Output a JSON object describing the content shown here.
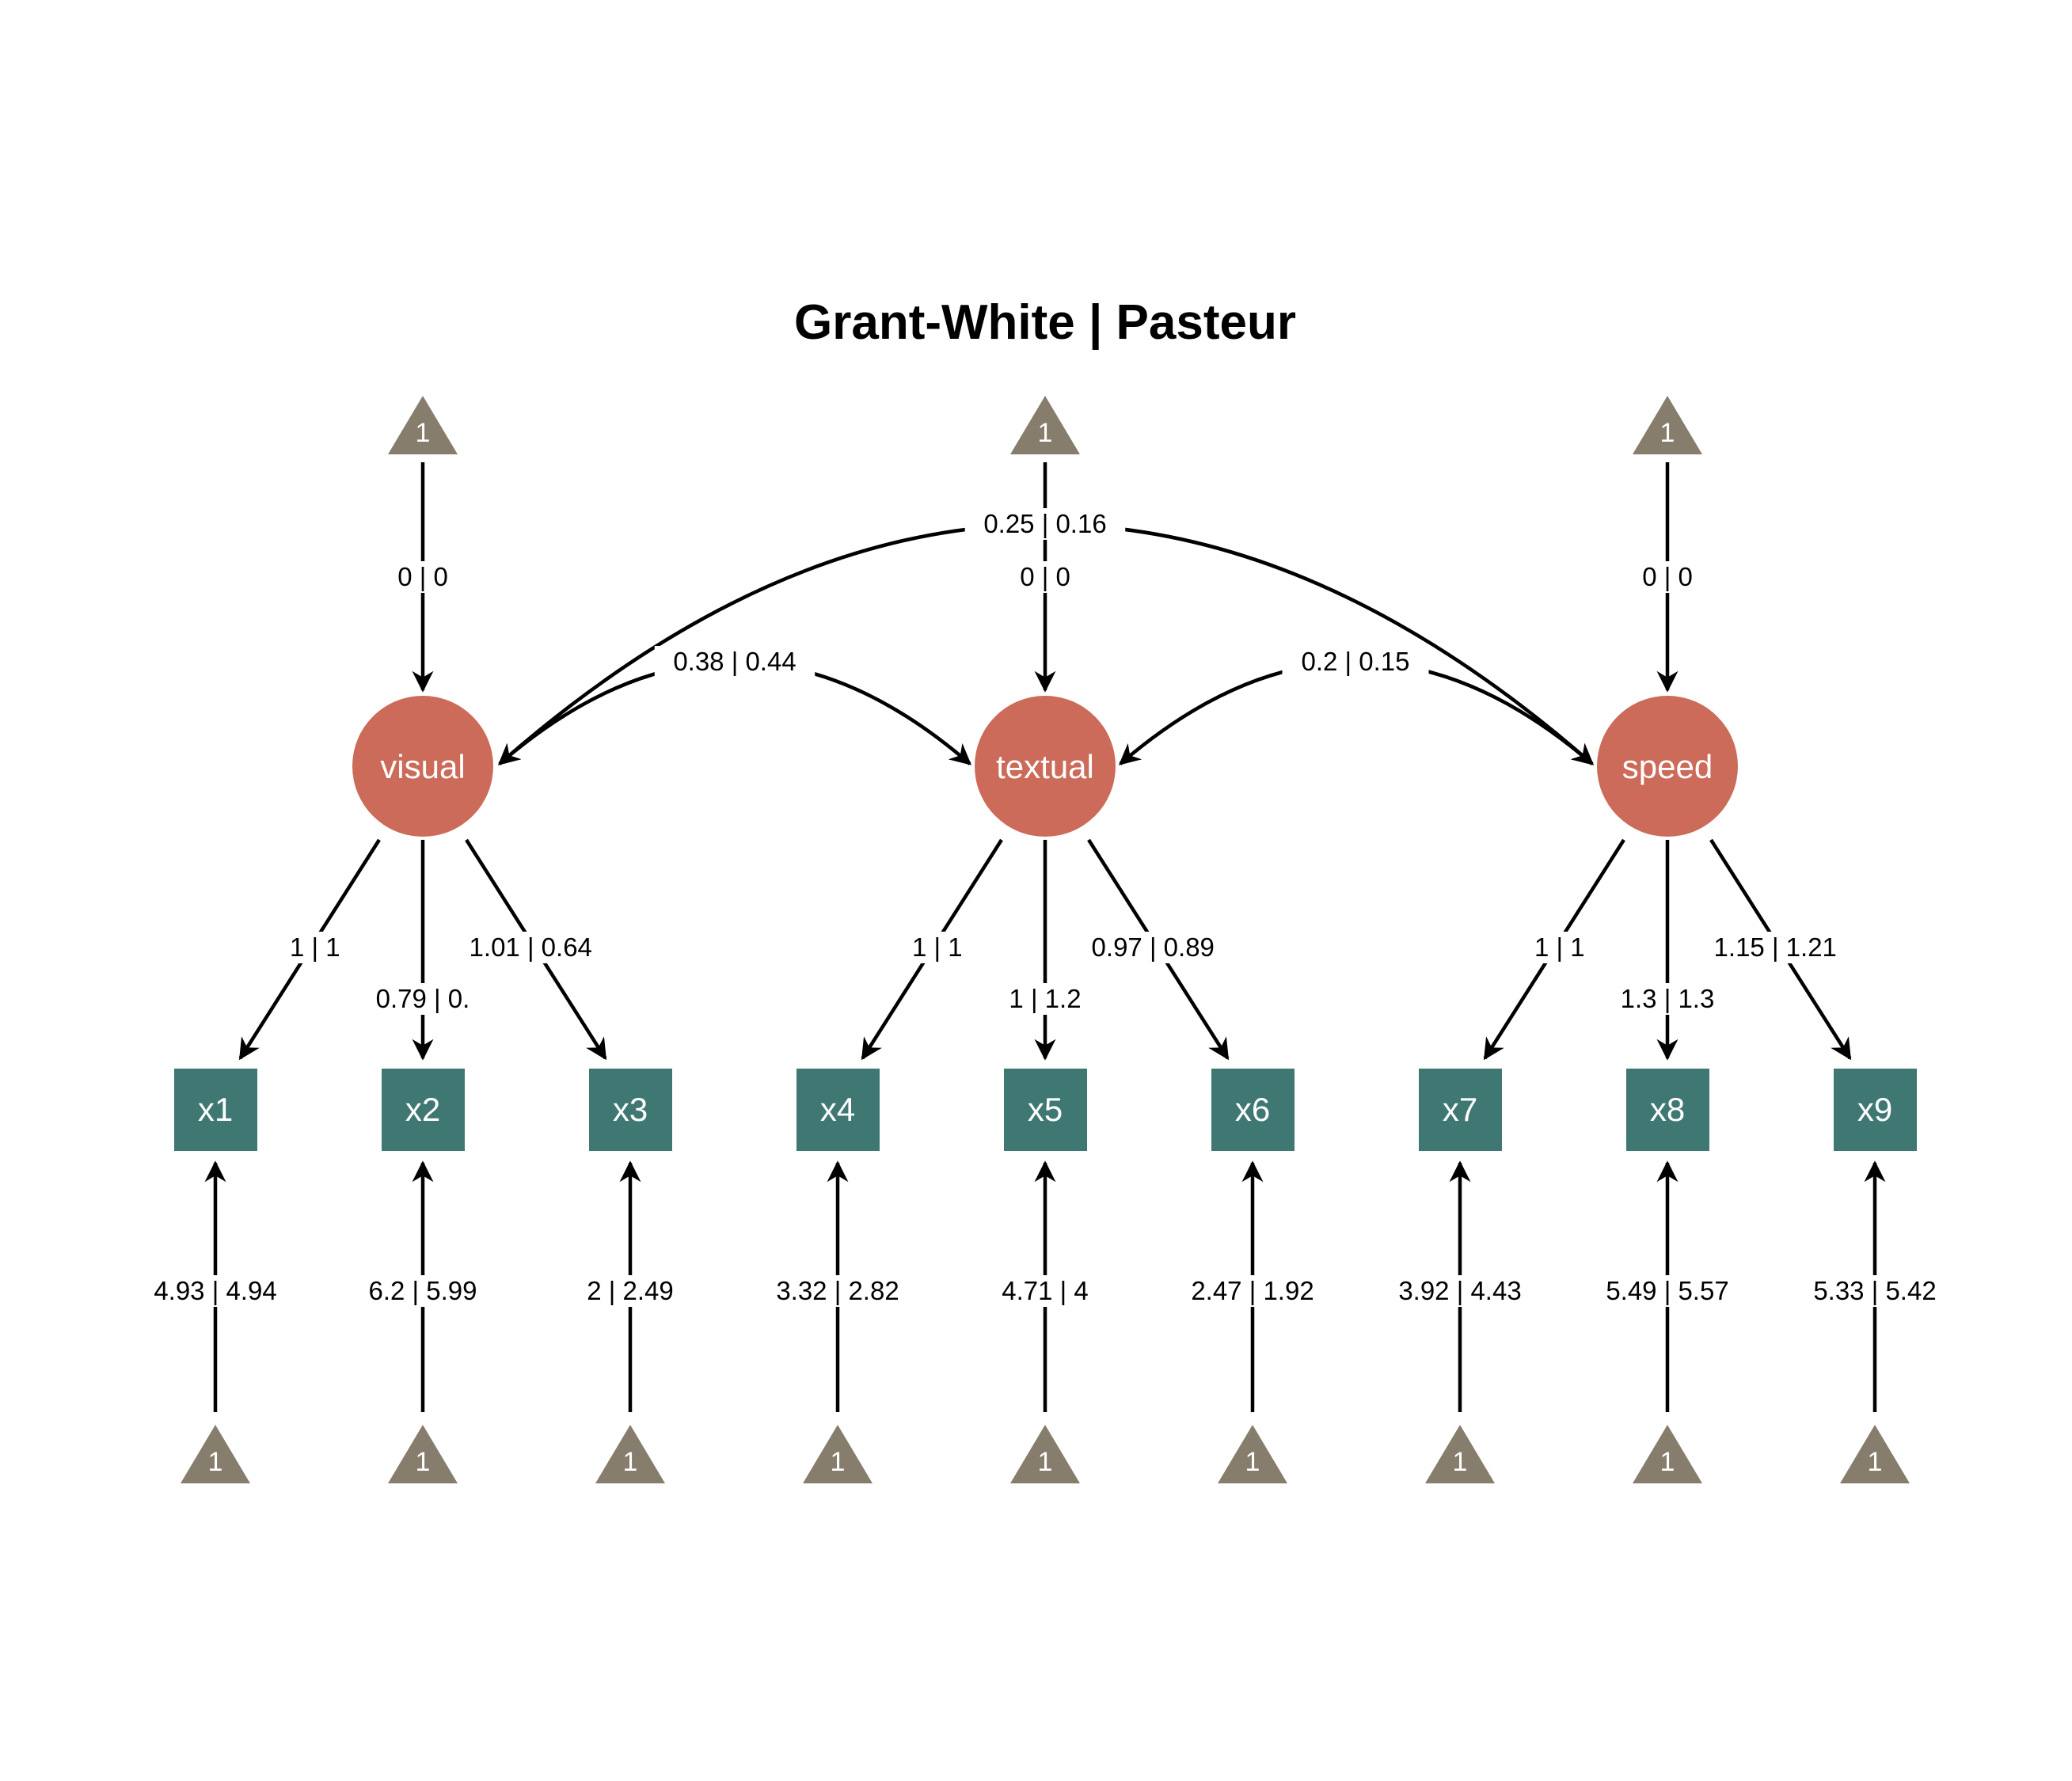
{
  "title": "Grant-White  |  Pasteur",
  "colors": {
    "latent": "#CC6B5A",
    "observed": "#3F7872",
    "intercept": "#877D6C",
    "edge": "#000000"
  },
  "intercept_label": "1",
  "latents": [
    {
      "id": "visual",
      "label": "visual",
      "intercept": "0 | 0"
    },
    {
      "id": "textual",
      "label": "textual",
      "intercept": "0 | 0"
    },
    {
      "id": "speed",
      "label": "speed",
      "intercept": "0 | 0"
    }
  ],
  "observed": [
    {
      "id": "x1",
      "label": "x1",
      "latent": "visual",
      "loading": "1 | 1",
      "intercept": "4.93 | 4.94"
    },
    {
      "id": "x2",
      "label": "x2",
      "latent": "visual",
      "loading": "0.79 | 0.",
      "intercept": "6.2 | 5.99"
    },
    {
      "id": "x3",
      "label": "x3",
      "latent": "visual",
      "loading": "1.01 | 0.64",
      "intercept": "2 | 2.49"
    },
    {
      "id": "x4",
      "label": "x4",
      "latent": "textual",
      "loading": "1 | 1",
      "intercept": "3.32 | 2.82"
    },
    {
      "id": "x5",
      "label": "x5",
      "latent": "textual",
      "loading": "1 | 1.2",
      "intercept": "4.71 | 4"
    },
    {
      "id": "x6",
      "label": "x6",
      "latent": "textual",
      "loading": "0.97 | 0.89",
      "intercept": "2.47 | 1.92"
    },
    {
      "id": "x7",
      "label": "x7",
      "latent": "speed",
      "loading": "1 | 1",
      "intercept": "3.92 | 4.43"
    },
    {
      "id": "x8",
      "label": "x8",
      "latent": "speed",
      "loading": "1.3 | 1.3",
      "intercept": "5.49 | 5.57"
    },
    {
      "id": "x9",
      "label": "x9",
      "latent": "speed",
      "loading": "1.15 | 1.21",
      "intercept": "5.33 | 5.42"
    }
  ],
  "covariances": [
    {
      "from": "visual",
      "to": "textual",
      "label": "0.38 | 0.44"
    },
    {
      "from": "textual",
      "to": "speed",
      "label": "0.2 | 0.15"
    },
    {
      "from": "visual",
      "to": "speed",
      "label": "0.25 | 0.16"
    }
  ]
}
